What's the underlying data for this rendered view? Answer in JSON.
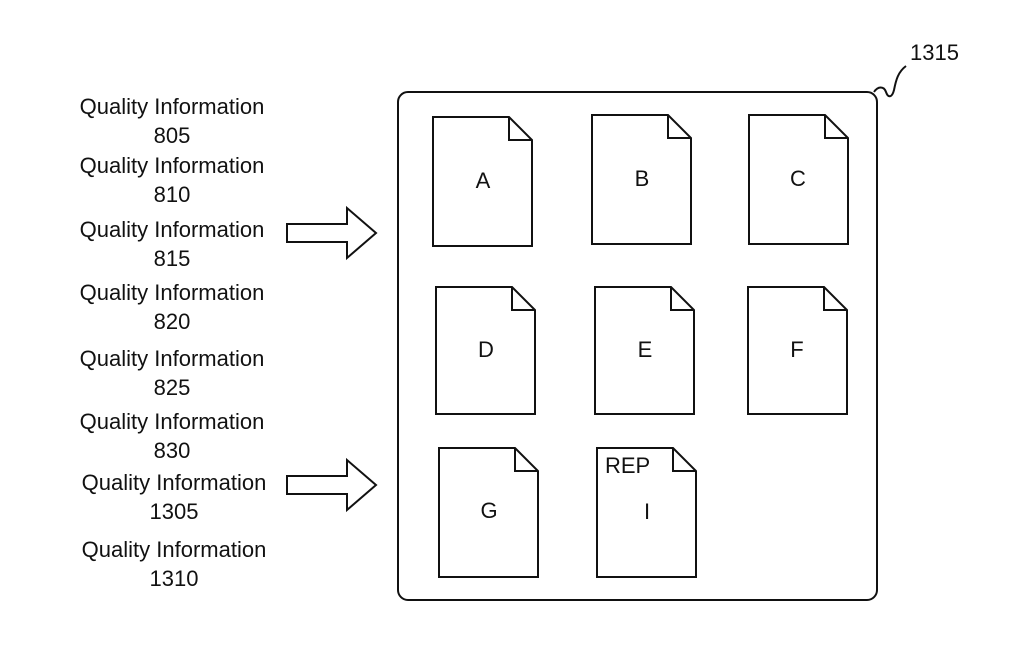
{
  "quality_items": [
    {
      "label": "Quality Information",
      "number": "805",
      "arrow": false
    },
    {
      "label": "Quality Information",
      "number": "810",
      "arrow": false
    },
    {
      "label": "Quality Information",
      "number": "815",
      "arrow": true
    },
    {
      "label": "Quality Information",
      "number": "820",
      "arrow": false
    },
    {
      "label": "Quality Information",
      "number": "825",
      "arrow": false
    },
    {
      "label": "Quality Information",
      "number": "830",
      "arrow": false
    },
    {
      "label": "Quality Information",
      "number": "1305",
      "arrow": true
    },
    {
      "label": "Quality Information",
      "number": "1310",
      "arrow": false
    }
  ],
  "container": {
    "reference": "1315"
  },
  "documents": [
    {
      "letter": "A",
      "tag": ""
    },
    {
      "letter": "B",
      "tag": ""
    },
    {
      "letter": "C",
      "tag": ""
    },
    {
      "letter": "D",
      "tag": ""
    },
    {
      "letter": "E",
      "tag": ""
    },
    {
      "letter": "F",
      "tag": ""
    },
    {
      "letter": "G",
      "tag": ""
    },
    {
      "letter": "I",
      "tag": "REP"
    }
  ]
}
